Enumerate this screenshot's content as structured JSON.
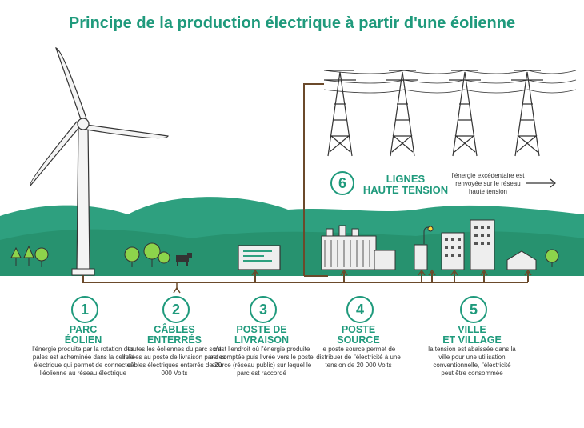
{
  "title": "Principe de la production électrique à partir d'une éolienne",
  "steps": [
    {
      "num": "1",
      "title": "PARC\nÉOLIEN",
      "desc": "l'énergie produite par la rotation des pales est acheminée dans la cellule électrique qui permet de connecter l'éolienne au réseau électrique"
    },
    {
      "num": "2",
      "title": "CÂBLES\nENTERRÉS",
      "desc": "toutes les éoliennes du parc sont reliées au poste de livraison par des câbles électriques enterrés de 20 000 Volts"
    },
    {
      "num": "3",
      "title": "POSTE DE\nLIVRAISON",
      "desc": "c'est l'endroit où l'énergie produite est comptée puis livrée vers le poste source (réseau public) sur lequel le parc est raccordé"
    },
    {
      "num": "4",
      "title": "POSTE\nSOURCE",
      "desc": "le poste source permet de distribuer de l'électricité à une tension de 20 000 Volts"
    },
    {
      "num": "5",
      "title": "VILLE\nET VILLAGE",
      "desc": "la tension est abaissée dans la ville pour une utilisation conventionnelle, l'électricité peut être consommée"
    }
  ],
  "lines": {
    "num": "6",
    "title": "LIGNES\nHAUTE TENSION",
    "desc": "l'énergie excédentaire est renvoyée sur le réseau haute tension"
  },
  "colors": {
    "green": "#1f9a7c",
    "brown": "#6b4a2b",
    "building": "#eeeeee"
  }
}
